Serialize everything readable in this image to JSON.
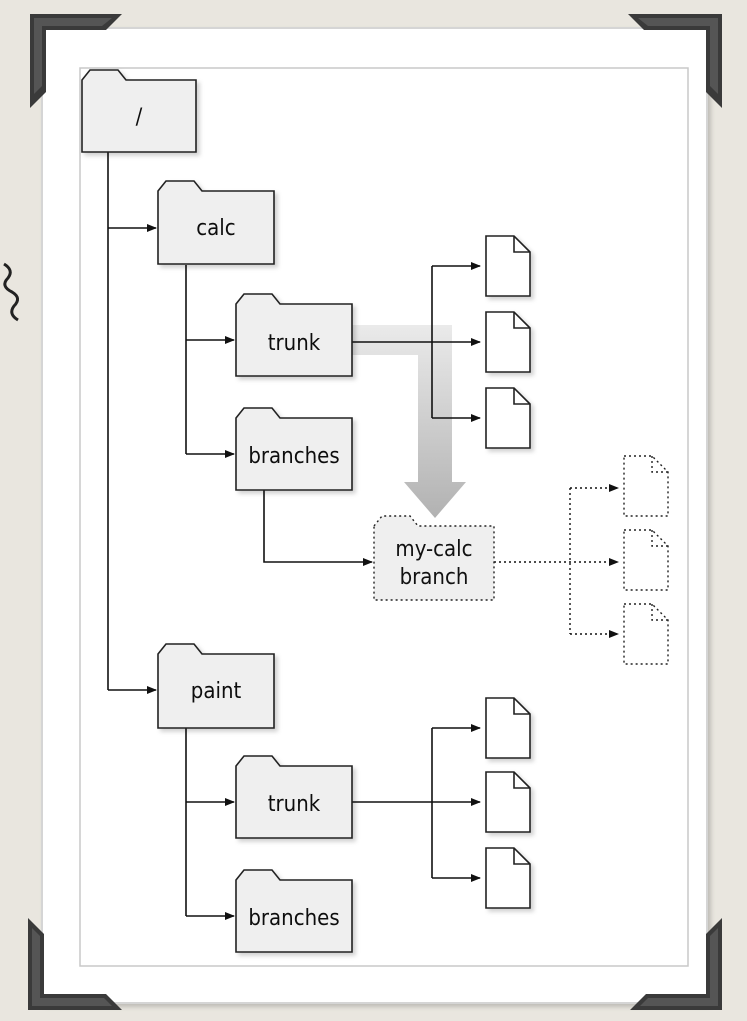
{
  "folders": {
    "root": "/",
    "calc": "calc",
    "calc_trunk": "trunk",
    "calc_branches": "branches",
    "my_calc_branch": [
      "my-calc",
      "branch"
    ],
    "paint": "paint",
    "paint_trunk": "trunk",
    "paint_branches": "branches"
  },
  "colors": {
    "background": "#e9e6df",
    "paper": "#ffffff",
    "folder_fill": "#efefef",
    "folder_stroke": "#222222",
    "arrow_gray": "#bdbdbd",
    "corner": "#333333"
  },
  "icons": [
    "folder-icon",
    "document-icon",
    "photo-corner-icon",
    "copy-arrow-icon"
  ]
}
